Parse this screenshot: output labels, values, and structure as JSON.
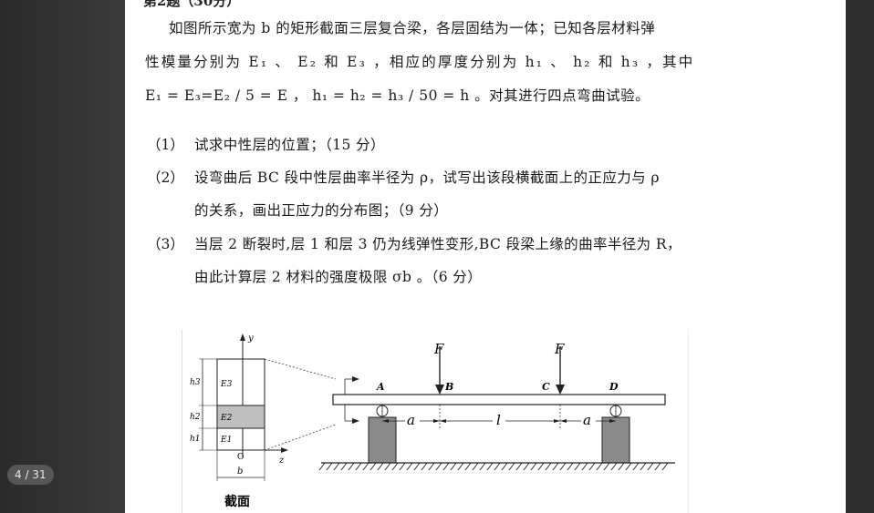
{
  "viewer": {
    "page_indicator": "4 / 31"
  },
  "document": {
    "clipped_heading": "第2题（30分）",
    "intro_line1": "如图所示宽为 b 的矩形截面三层复合梁，各层固结为一体；已知各层材料弹",
    "intro_line2": "性模量分别为 E₁ 、 E₂ 和 E₃ ，相应的厚度分别为 h₁ 、 h₂ 和 h₃ ，其中",
    "intro_line3": "E₁ = E₃=E₂ / 5 = E ， h₁ = h₂ = h₃ / 50 = h 。对其进行四点弯曲试验。",
    "questions": [
      {
        "num": "（1）",
        "lines": [
          "试求中性层的位置；（15 分）"
        ]
      },
      {
        "num": "（2）",
        "lines": [
          "设弯曲后 BC 段中性层曲率半径为 ρ，试写出该段横截面上的正应力与 ρ",
          "的关系，画出正应力的分布图；（9 分）"
        ]
      },
      {
        "num": "（3）",
        "lines": [
          "当层 2 断裂时,层 1 和层 3 仍为线弹性变形,BC 段梁上缘的曲率半径为 R，",
          "由此计算层 2 材料的强度极限 σb 。（6 分）"
        ]
      }
    ]
  },
  "figure": {
    "section_caption": "截面",
    "section_labels": {
      "y": "y",
      "z": "z",
      "o": "O",
      "b": "b",
      "h3": "h3",
      "h2": "h2",
      "h1": "h1",
      "e3": "E3",
      "e2": "E2",
      "e1": "E1"
    },
    "beam_labels": {
      "force_left": "F",
      "force_right": "F",
      "a": "A",
      "b": "B",
      "c": "C",
      "d": "D",
      "dim_a_left": "a",
      "dim_l": "l",
      "dim_a_right": "a"
    }
  }
}
